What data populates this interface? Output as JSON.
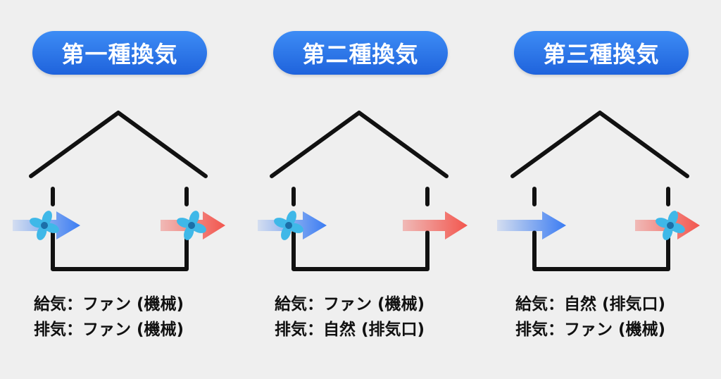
{
  "colors": {
    "pill": "#2c77ea",
    "house_line": "#111111",
    "supply_arrow": "#3b7cf2",
    "exhaust_arrow": "#f2564e",
    "fan": "#3fb8e8"
  },
  "panels": [
    {
      "title": "第一種換気",
      "supply_text": "給気：ファン (機械)",
      "exhaust_text": "排気：ファン (機械)",
      "supply_fan": true,
      "exhaust_fan": true
    },
    {
      "title": "第二種換気",
      "supply_text": "給気：ファン (機械)",
      "exhaust_text": "排気：自然 (排気口)",
      "supply_fan": true,
      "exhaust_fan": false
    },
    {
      "title": "第三種換気",
      "supply_text": "給気：自然 (排気口)",
      "exhaust_text": "排気：ファン (機械)",
      "supply_fan": false,
      "exhaust_fan": true
    }
  ]
}
